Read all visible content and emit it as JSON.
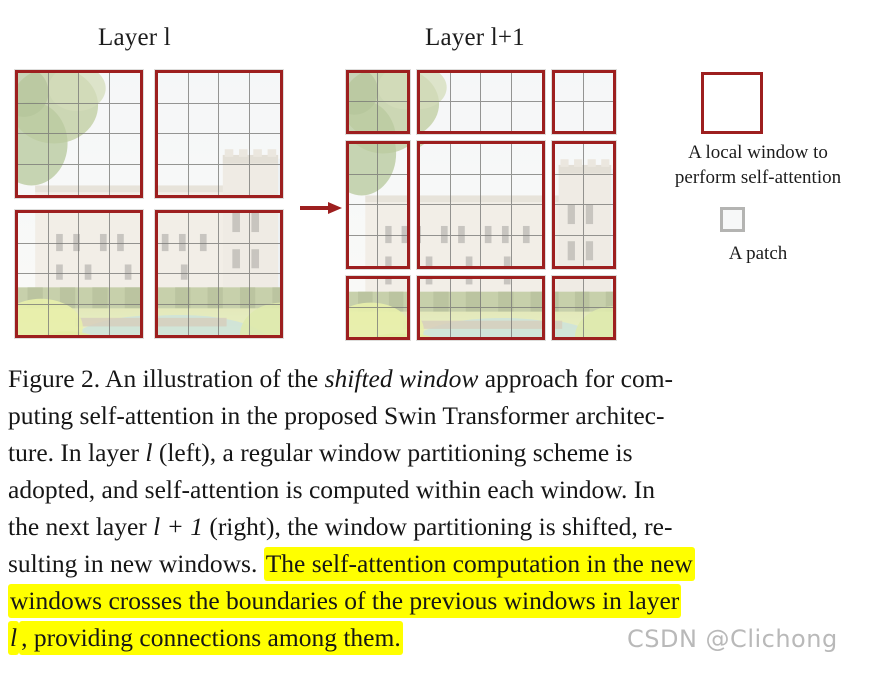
{
  "figure": {
    "left_label": "Layer l",
    "right_label": "Layer l+1",
    "arrow_icon": "right-arrow-icon",
    "left_diagram": {
      "description": "Layer l regular window partitioning: 2x2 windows of 4x4 patches",
      "windows_across": 2,
      "windows_down": 2,
      "window_patch_cols": [
        4,
        4
      ],
      "window_patch_rows": [
        4,
        4
      ]
    },
    "right_diagram": {
      "description": "Layer l+1 shifted window partitioning: 3x3 windows of uneven sizes",
      "windows_across": 3,
      "windows_down": 3,
      "window_patch_cols": [
        2,
        4,
        2
      ],
      "window_patch_rows": [
        2,
        4,
        2
      ]
    }
  },
  "legend": {
    "window_swatch": "red-window-square-icon",
    "window_label_line1": "A local window to",
    "window_label_line2": "perform self-attention",
    "patch_swatch": "gray-patch-square-icon",
    "patch_label": "A patch"
  },
  "caption": {
    "full_text": "Figure 2. An illustration of the shifted window approach for computing self-attention in the proposed Swin Transformer architecture. In layer l (left), a regular window partitioning scheme is adopted, and self-attention is computed within each window. In the next layer l + 1 (right), the window partitioning is shifted, resulting in new windows. The self-attention computation in the new windows crosses the boundaries of the previous windows in layer l, providing connections among them.",
    "lines": [
      [
        {
          "t": "Figure 2. An illustration of the ",
          "style": "normal",
          "hl": false
        },
        {
          "t": "shifted window",
          "style": "italic",
          "hl": false
        },
        {
          "t": " approach for com-",
          "style": "normal",
          "hl": false
        }
      ],
      [
        {
          "t": "puting self-attention in the proposed Swin Transformer architec-",
          "style": "normal",
          "hl": false
        }
      ],
      [
        {
          "t": "ture.  In layer ",
          "style": "normal",
          "hl": false
        },
        {
          "t": "l",
          "style": "math",
          "hl": false
        },
        {
          "t": " (left), a regular window partitioning scheme is",
          "style": "normal",
          "hl": false
        }
      ],
      [
        {
          "t": "adopted, and self-attention is computed within each window.  In",
          "style": "normal",
          "hl": false
        }
      ],
      [
        {
          "t": "the next layer ",
          "style": "normal",
          "hl": false
        },
        {
          "t": "l + 1",
          "style": "math",
          "hl": false
        },
        {
          "t": " (right), the window partitioning is shifted, re-",
          "style": "normal",
          "hl": false
        }
      ],
      [
        {
          "t": "sulting in new windows. ",
          "style": "normal",
          "hl": false
        },
        {
          "t": "The self-attention computation in the new",
          "style": "normal",
          "hl": true
        }
      ],
      [
        {
          "t": "windows crosses the boundaries of the previous windows in layer",
          "style": "normal",
          "hl": true
        }
      ],
      [
        {
          "t": "l",
          "style": "math",
          "hl": true
        },
        {
          "t": ", providing connections among them.",
          "style": "normal",
          "hl": true
        }
      ]
    ]
  },
  "watermark": {
    "text": "CSDN @Clichong"
  },
  "colors": {
    "window_border": "#9d1f1f",
    "patch_border": "#b4b4b2",
    "highlight": "#ffff00",
    "watermark": "#b9b9b9",
    "text": "#161616"
  }
}
